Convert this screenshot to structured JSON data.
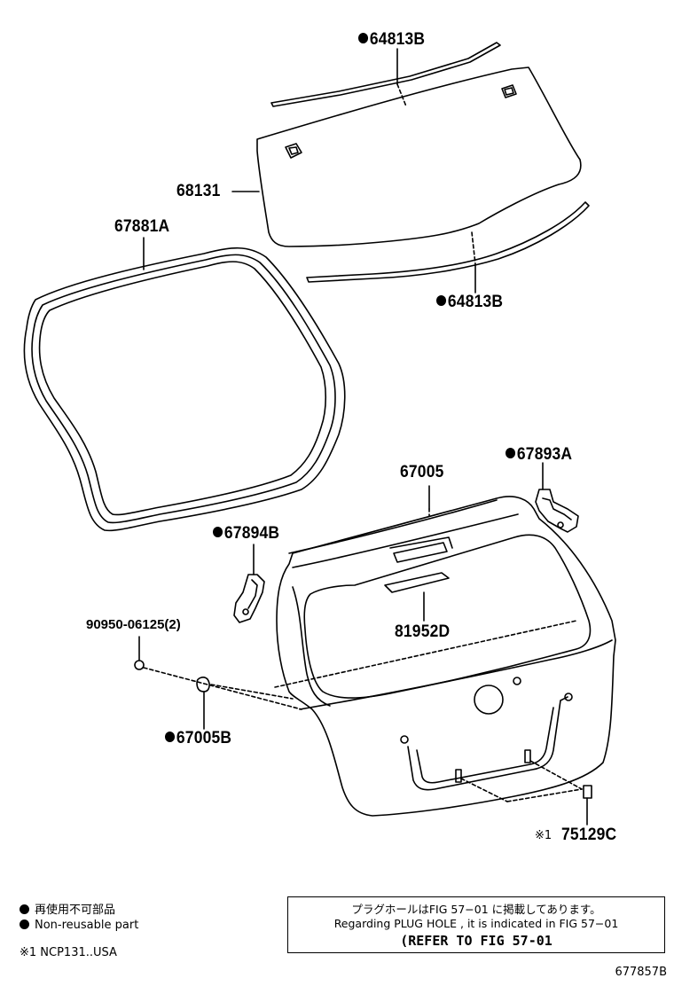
{
  "parts": {
    "moulding_upper": "64813B",
    "glass": "68131",
    "weatherstrip": "67881A",
    "moulding_lower": "64813B",
    "back_door_panel": "67005",
    "hinge_right": "67893A",
    "hinge_left": "67894B",
    "screw": "90950-06125(2)",
    "trim_panel": "81952D",
    "cushion": "67005B",
    "plug": "75129C",
    "plug_note_mark": "※1"
  },
  "legend": {
    "non_reusable_jp": "再使用不可部品",
    "non_reusable_en": "Non-reusable part",
    "model_note": "※1 NCP131..USA"
  },
  "note_box": {
    "line_jp": "プラグホールはFIG 57−01 に掲載してあります。",
    "line_en": "Regarding PLUG HOLE , it is indicated in FIG 57−01",
    "line_ref": "(REFER TO FIG 57-01"
  },
  "figure_id": "677857B",
  "colors": {
    "ink": "#000000",
    "background": "#ffffff"
  }
}
